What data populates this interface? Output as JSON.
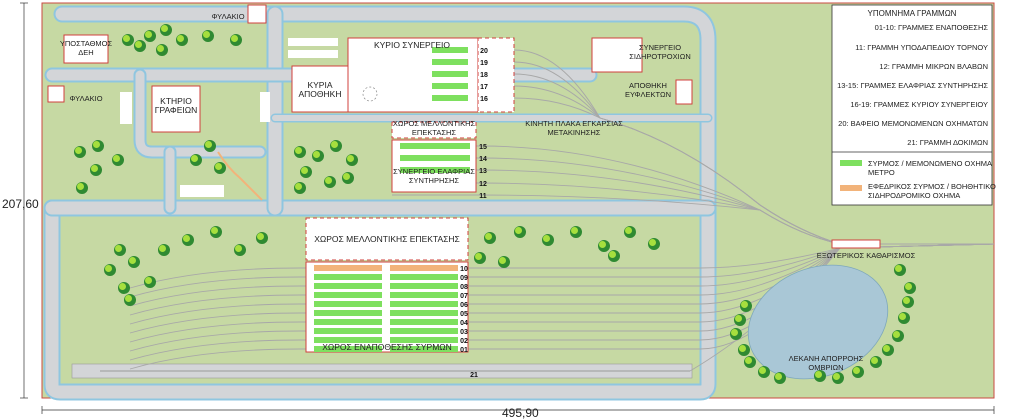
{
  "colors": {
    "grass": "#c6d9a3",
    "road": "#d3d5d8",
    "road_edge": "#8fc6e0",
    "building_edge": "#d0403c",
    "train_green": "#7ee05f",
    "train_orange": "#f2b37a",
    "water": "#a9c7d6",
    "track": "#9a9a9a"
  },
  "labels": {
    "substation": "ΥΠΟΣΤΑΘΜΟΣ\nΔΕΗ",
    "guard_top": "ΦΥΛΑΚΙΟ",
    "guard_left": "ΦΥΛΑΚΙΟ",
    "main_workshop": "ΚΥΡΙΟ ΣΥΝΕΡΓΕΙΟ",
    "main_warehouse": "ΚΥΡΙΑ\nΑΠΟΘΗΚΗ",
    "office_building": "ΚΤΗΡΙΟ\nΓΡΑΦΕΙΩΝ",
    "future_expansion_top": "ΧΩΡΟΣ ΜΕΛΛΟΝΤΙΚΗΣ\nΕΠΕΚΤΑΣΗΣ",
    "light_maint": "ΣΥΝΕΡΓΕΙΟ ΕΛΑΦΡΙΑΣ\nΣΥΝΤΗΡΗΣΗΣ",
    "rail_workshop": "ΣΥΝΕΡΓΕΙΟ\nΣΙΔΗΡΟΤΡΟΧΙΩΝ",
    "flammables": "ΑΠΟΘΗΚΗ\nΕΥΦΛΕΚΤΩΝ",
    "transfer_table": "ΚΙΝΗΤΗ ΠΛΑΚΑ ΕΓΚΑΡΣΙΑΣ\nΜΕΤΑΚΙΝΗΣΗΣ",
    "future_expansion_mid": "ΧΩΡΟΣ ΜΕΛΛΟΝΤΙΚΗΣ ΕΠΕΚΤΑΣΗΣ",
    "stabling_area": "ΧΩΡΟΣ ΕΝΑΠΟΘΕΣΗΣ ΣΥΡΜΩΝ",
    "external_cleaning": "ΕΞΩΤΕΡΙΚΟΣ ΚΑΘΑΡΙΣΜΟΣ",
    "retention_basin": "ΛΕΚΑΝΗ ΑΠΟΡΡΟΗΣ\nΟΜΒΡΙΩΝ"
  },
  "track_numbers": {
    "workshop": [
      "20",
      "19",
      "18",
      "17",
      "16"
    ],
    "light": [
      "15",
      "14",
      "13",
      "12",
      "11"
    ],
    "stabling": [
      "10",
      "09",
      "08",
      "07",
      "06",
      "05",
      "04",
      "03",
      "02",
      "01"
    ],
    "test": "21"
  },
  "dimensions": {
    "height": "207,60",
    "width": "495,90"
  },
  "legend": {
    "title": "ΥΠΟΜΝΗΜΑ ΓΡΑΜΜΩΝ",
    "rows": [
      "01-10: ΓΡΑΜΜΕΣ ΕΝΑΠΟΘΕΣΗΣ",
      "11: ΓΡΑΜΜΗ ΥΠΟΔΑΠΕΔΙΟΥ ΤΟΡΝΟΥ",
      "12: ΓΡΑΜΜΗ ΜΙΚΡΩΝ ΒΛΑΒΩΝ",
      "13-15: ΓΡΑΜΜΕΣ ΕΛΑΦΡΙΑΣ ΣΥΝΤΗΡΗΣΗΣ",
      "16-19: ΓΡΑΜΜΕΣ ΚΥΡΙΟΥ ΣΥΝΕΡΓΕΙΟΥ",
      "20: ΒΑΦΕΙΟ ΜΕΜΟΝΩΜΕΝΩΝ ΟΧΗΜΑΤΩΝ",
      "21: ΓΡΑΜΜΗ ΔΟΚΙΜΩΝ"
    ],
    "symbol_green": "ΣΥΡΜΟΣ / ΜΕΜΟΝΩΜΕΝΟ ΟΧΗΜΑ\nΜΕΤΡΟ",
    "symbol_orange": "ΕΦΕΔΡΙΚΟΣ ΣΥΡΜΟΣ / ΒΟΗΘΗΤΙΚΟ\nΣΙΔΗΡΟΔΡΟΜΙΚΟ ΟΧΗΜΑ"
  }
}
